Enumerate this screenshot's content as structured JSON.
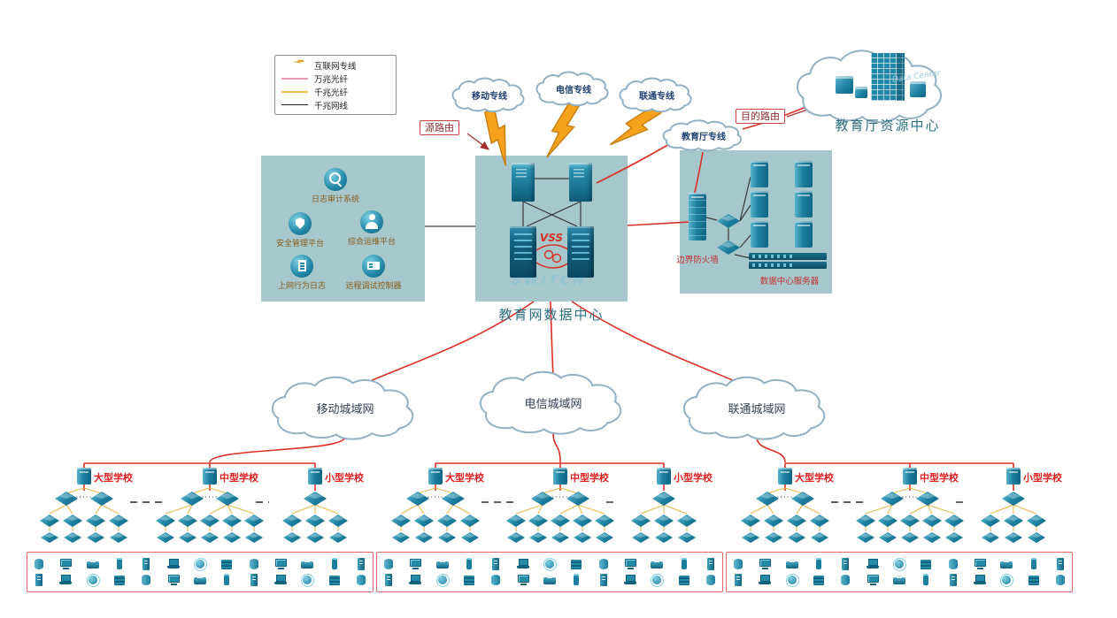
{
  "legend": {
    "items": [
      {
        "label": "互联网专线",
        "sample": "lightning",
        "color": "#f6a21d"
      },
      {
        "label": "万兆光纤",
        "sample": "line",
        "color": "#e89ab2"
      },
      {
        "label": "千兆光纤",
        "sample": "line",
        "color": "#f0c050"
      },
      {
        "label": "千兆网线",
        "sample": "line",
        "color": "#222222"
      }
    ]
  },
  "top_clouds": [
    {
      "label": "移动专线"
    },
    {
      "label": "电信专线"
    },
    {
      "label": "联通专线"
    }
  ],
  "edu_cloud": {
    "label": "教育厅专线"
  },
  "route_labels": {
    "source": "源路由",
    "destination": "目的路由"
  },
  "resource_center": {
    "label": "教育厅资源中心",
    "caption": "Data Center"
  },
  "mgmt_panel": {
    "items": [
      {
        "label": "日志审计系统",
        "icon": "log-audit-icon"
      },
      {
        "label": "安全管理平台",
        "icon": "security-platform-icon"
      },
      {
        "label": "综合运维平台",
        "icon": "ops-platform-icon"
      },
      {
        "label": "上网行为日志",
        "icon": "web-behavior-log-icon"
      },
      {
        "label": "远程调试控制器",
        "icon": "remote-debug-icon"
      }
    ]
  },
  "data_center": {
    "label": "教育网数据中心",
    "vss_label": "VSS",
    "watermark": "SWITCH"
  },
  "server_zone": {
    "firewall_label": "边界防火墙",
    "servers_label": "数据中心服务器"
  },
  "metro_clouds": [
    {
      "label": "移动城域网"
    },
    {
      "label": "电信城域网"
    },
    {
      "label": "联通城域网"
    }
  ],
  "schools": {
    "types": [
      {
        "label": "大型学校"
      },
      {
        "label": "中型学校"
      },
      {
        "label": "小型学校"
      }
    ],
    "dots": "·····"
  },
  "device_icons": [
    "storage-icon",
    "desktop-icon",
    "printer-icon",
    "ip-phone-icon",
    "server-icon",
    "laptop-icon",
    "wireless-ap-icon",
    "disk-array-icon"
  ],
  "colors": {
    "panel_teal": "#a6c7cb",
    "device_teal": "#1c7f9f",
    "red_line": "#d93025",
    "yellow_line": "#e8b84b",
    "lightning_orange": "#f6a21d",
    "school_label_red": "#e02020"
  }
}
